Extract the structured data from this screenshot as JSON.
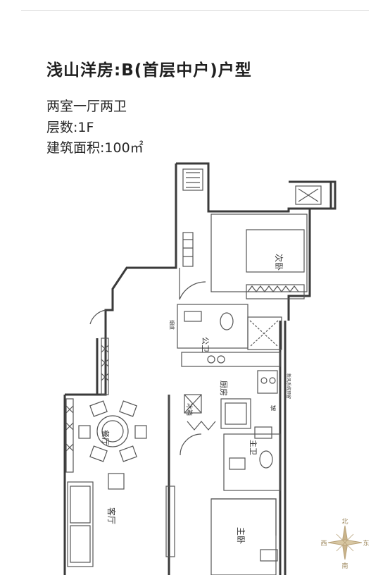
{
  "header": {
    "title": "浅山洋房:B(首层中户)户型",
    "layout": "两室一厅两卫",
    "floors": "层数:1F",
    "area": "建筑面积:100㎡"
  },
  "rooms": {
    "bedroom_secondary": "次卧",
    "bedroom_master": "主卧",
    "living_room": "客厅",
    "dining_room": "餐厅",
    "kitchen": "厨房",
    "bath_public": "公卫",
    "bath_master": "主卫",
    "fridge": "冰箱",
    "storage": "储",
    "tag_left": "烟道",
    "tag_right": "新风系统预留"
  },
  "compass": {
    "north": "北",
    "south": "南",
    "east": "东",
    "west": "西"
  },
  "colors": {
    "wall": "#3a3a3a",
    "line": "#555555",
    "compass": "#b8a27a",
    "text": "#1f1f1f"
  }
}
